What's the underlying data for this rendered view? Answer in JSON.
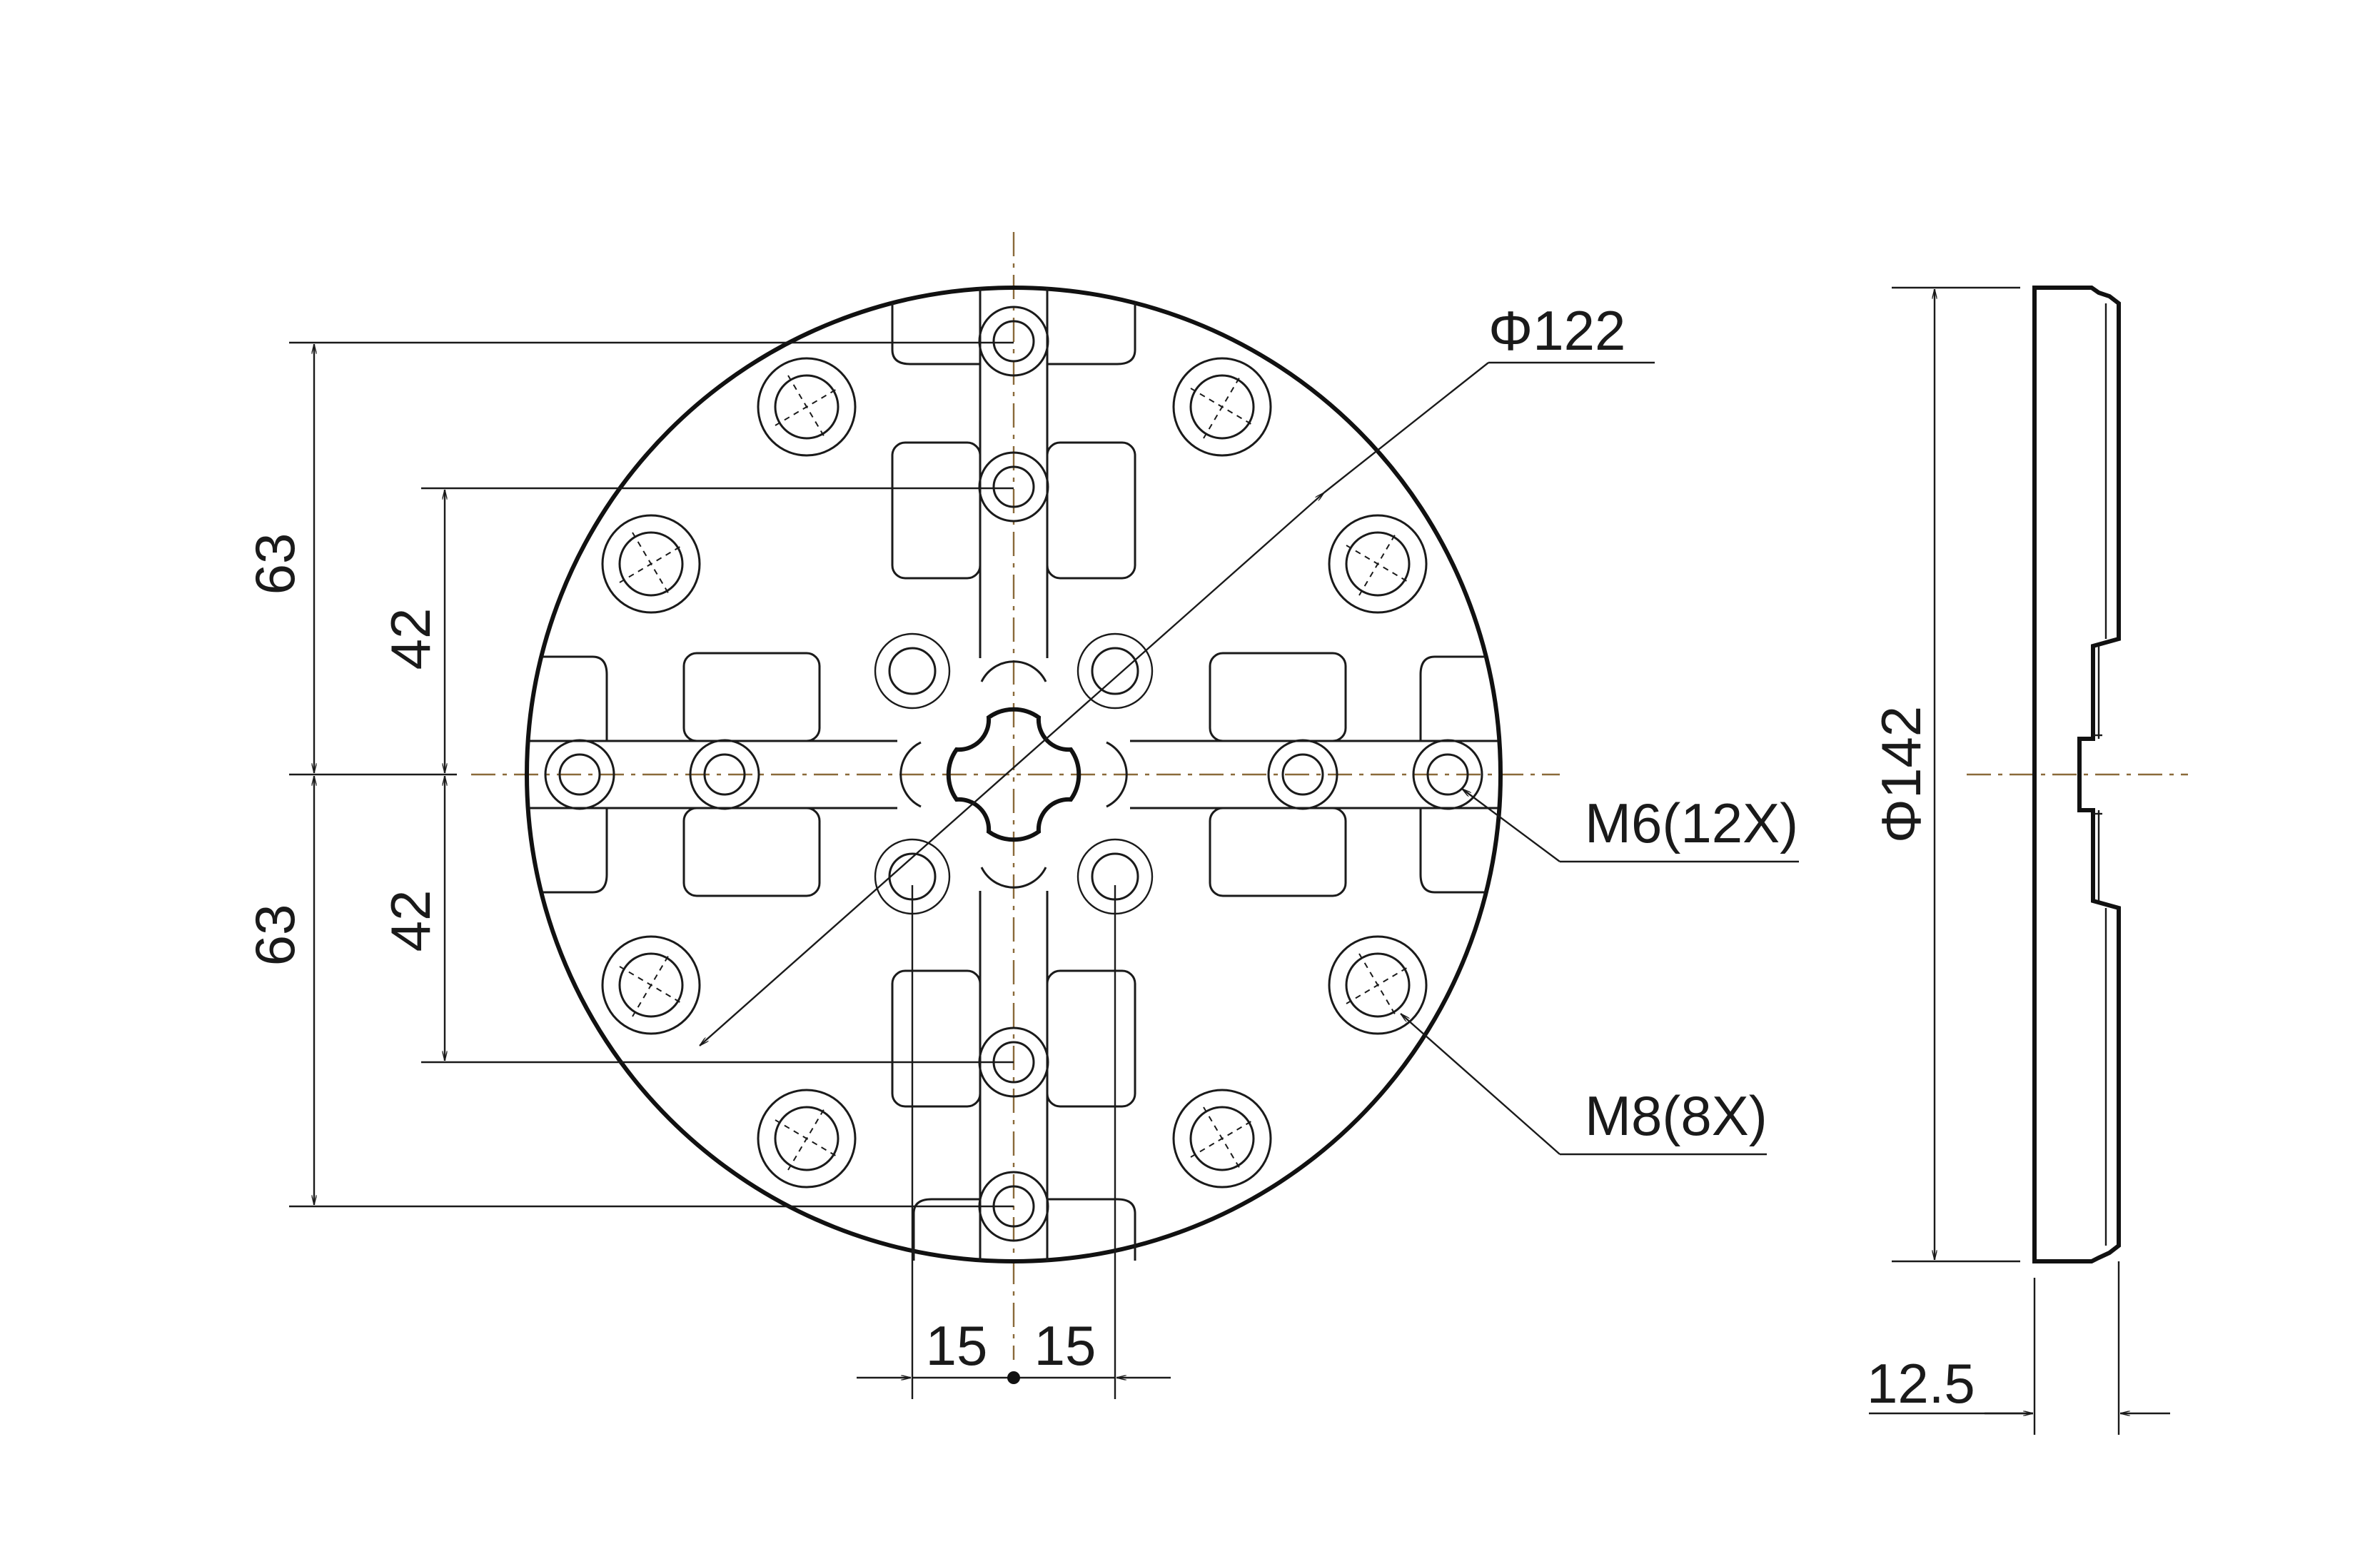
{
  "dimensions": {
    "dia_122": "Φ122",
    "dia_142": "Φ142",
    "top_63": "63",
    "bottom_63": "63",
    "top_42": "42",
    "bottom_42": "42",
    "left_15": "15",
    "right_15": "15",
    "thickness": "12.5"
  },
  "callouts": {
    "m6": "M6(12X)",
    "m8": "M8(8X)"
  },
  "colors": {
    "line": "#1a1a1a",
    "centerline": "#8a6a3a"
  }
}
